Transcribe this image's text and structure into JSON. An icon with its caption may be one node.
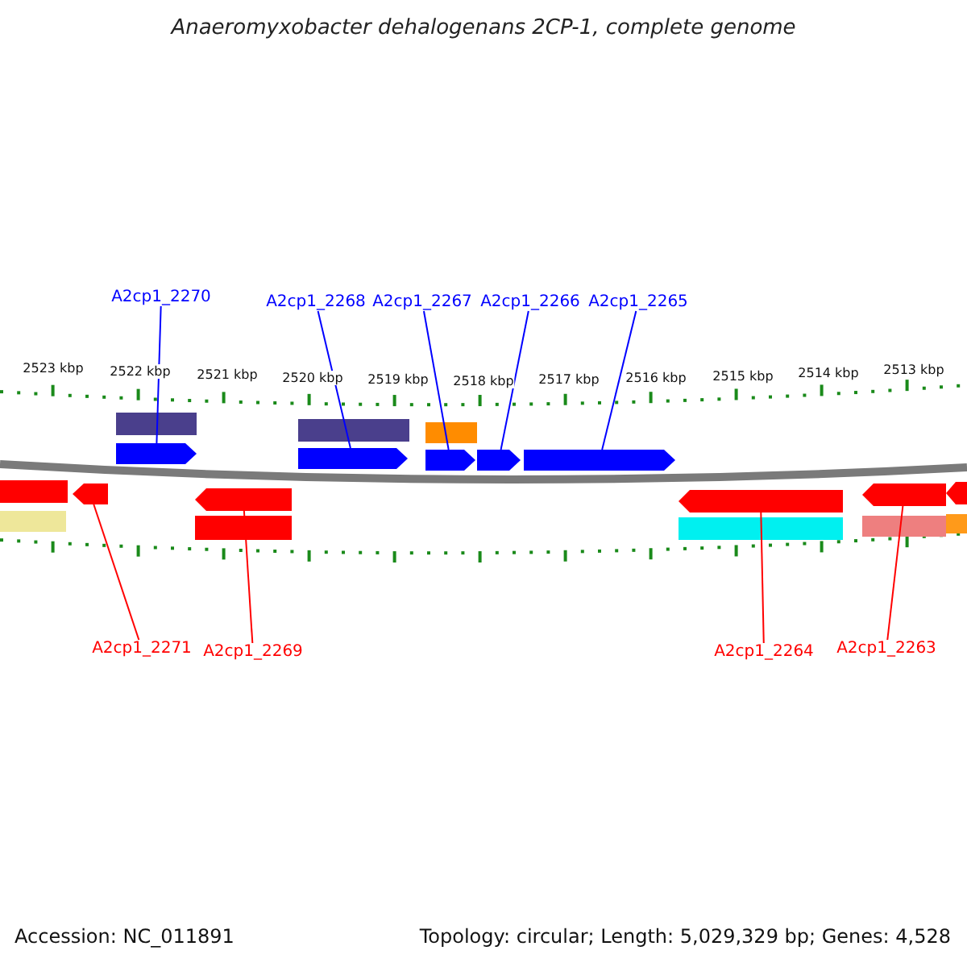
{
  "diagram": {
    "title": "Anaeromyxobacter dehalogenans 2CP-1, complete genome",
    "nodes": [
      {
        "text": [
          "A2cp1_2270"
        ]
      },
      {
        "text": [
          "A2cp1_2268"
        ]
      },
      {
        "text": [
          "A2cp1_2267"
        ]
      },
      {
        "text": [
          "A2cp1_2266"
        ]
      },
      {
        "text": [
          "A2cp1_2265"
        ]
      },
      {
        "text": [],
        "shape": "bar"
      },
      {
        "text": [],
        "shape": "bar"
      },
      {
        "text": [],
        "shape": "bar"
      },
      {
        "text": [],
        "shape": "bar"
      },
      {
        "text": [],
        "shape": "bar"
      },
      {
        "text": [],
        "shape": "bar"
      },
      {
        "text": [],
        "shape": "bar"
      },
      {
        "text": [],
        "shape": "bar"
      },
      {
        "text": [],
        "shape": "bar"
      },
      {
        "text": [
          "A2cp1_2271"
        ]
      },
      {
        "text": [
          "A2cp1_2269"
        ]
      },
      {
        "text": [
          "A2cp1_2264"
        ]
      },
      {
        "text": [
          "A2cp1_2263"
        ]
      }
    ],
    "edges": [
      {
        "from": 0,
        "to": 5,
        "arrow": "none"
      },
      {
        "from": 1,
        "to": 6,
        "arrow": "none"
      },
      {
        "from": 2,
        "to": 7,
        "arrow": "none"
      },
      {
        "from": 3,
        "to": 8,
        "arrow": "none"
      },
      {
        "from": 4,
        "to": 9,
        "arrow": "none"
      },
      {
        "from": 14,
        "to": 10,
        "arrow": "none",
        "color": "#ff0000"
      },
      {
        "from": 15,
        "to": 11,
        "arrow": "none",
        "color": "#ff0000"
      },
      {
        "from": 16,
        "to": 12,
        "arrow": "none",
        "color": "#ff0000"
      },
      {
        "from": 17,
        "to": 13,
        "arrow": "none",
        "color": "#ff0000"
      }
    ],
    "labels": [
      "2523 kbp",
      "2522 kbp",
      "2521 kbp",
      "2520 kbp",
      "2519 kbp",
      "2518 kbp",
      "2517 kbp",
      "2516 kbp",
      "2515 kbp",
      "2514 kbp",
      "2513 kbp",
      "Accession: NC_011891",
      "Topology: circular; Length: 5,029,329 bp; Genes: 4,528"
    ]
  }
}
